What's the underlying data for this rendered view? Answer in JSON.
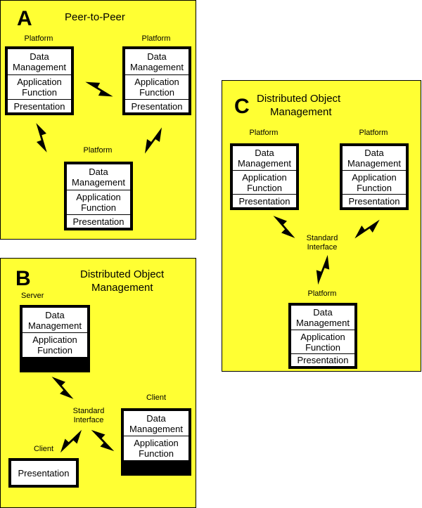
{
  "panels": {
    "a": {
      "letter": "A",
      "title": "Peer-to-Peer",
      "platform_label": "Platform"
    },
    "b": {
      "letter": "B",
      "title_line1": "Distributed Object",
      "title_line2": "Management",
      "server_label": "Server",
      "client_label": "Client",
      "interface_line1": "Standard",
      "interface_line2": "Interface"
    },
    "c": {
      "letter": "C",
      "title_line1": "Distributed Object",
      "title_line2": "Management",
      "platform_label": "Platform",
      "interface_line1": "Standard",
      "interface_line2": "Interface"
    }
  },
  "layers": {
    "data1": "Data",
    "data2": "Management",
    "app1": "Application",
    "app2": "Function",
    "pres": "Presentation"
  },
  "colors": {
    "panel_bg": "#ffff33",
    "border": "#000000",
    "box_bg": "#ffffff"
  },
  "icons": [
    "lightning-bolt-icon"
  ]
}
